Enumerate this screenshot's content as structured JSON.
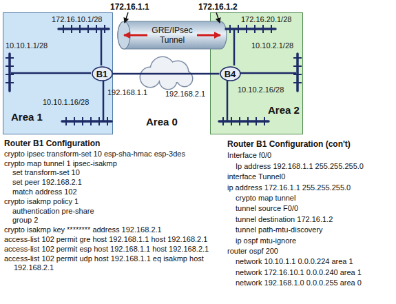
{
  "diagram": {
    "nodes": [
      {
        "text": [
          "Area 1"
        ]
      },
      {
        "text": [
          "B1"
        ],
        "in": 0
      },
      {
        "text": [
          "Area 2"
        ]
      },
      {
        "text": [
          "B4"
        ],
        "in": 2
      },
      {
        "text": [
          "GRE/IPsec Tunnel"
        ]
      }
    ],
    "edges": [
      {
        "from": 1,
        "to": 3,
        "arrow": "none"
      }
    ],
    "labels": [
      "172.16.1.1",
      "172.16.1.2",
      "172.16.10.1/28",
      "10.10.1.1/28",
      "10.10.1.16/28",
      "192.168.1.1",
      "172.16.20.1/28",
      "10.10.2.1/28",
      "10.10.2.16/28",
      "192.168.2.1",
      "Area 0",
      "Router B1 Configuration",
      "crypto ipsec transform-set 10 esp-sha-hmac esp-3des",
      "crypto map tunnel 1 ipsec-isakmp",
      "set transform-set 10",
      "set peer 192.168.2.1",
      "match address 102",
      "crypto isakmp policy 1",
      "authentication pre-share",
      "group 2",
      "crypto isakmp key ******** address 192.168.2.1",
      "access-list 102 permit gre host 192.168.1.1 host 192.168.2.1",
      "access-list 102 permit esp host 192.168.1.1 host 192.168.2.1",
      "access-list 102 permit udp host 192.168.1.1 eq isakmp host 192.168.2.1",
      "Router B1 Configuration (con't)",
      "Interface f0/0",
      "Ip address 192.168.1.1 255.255.255.0",
      "interface Tunnel0",
      "ip address 172.16.1.1 255.255.255.0",
      "crypto map tunnel",
      "tunnel source F0/0",
      "tunnel destination 172.16.1.2",
      "tunnel path-mtu-discovery",
      "ip ospf mtu-ignore",
      "router ospf 200",
      "network 10.10.1.1 0.0.0.224 area 1",
      "network 172.16.10.1 0.0.0.240 area 1",
      "network 192.168.1.0 0.0.0.255 area 0"
    ]
  }
}
